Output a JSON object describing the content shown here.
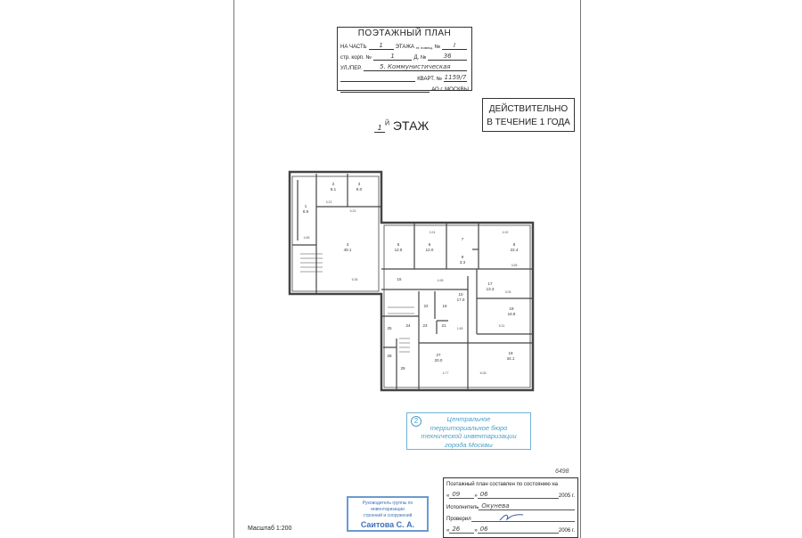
{
  "header": {
    "title": "ПОЭТАЖНЫЙ ПЛАН",
    "part_label": "НА ЧАСТЬ",
    "part_value": "1",
    "floor_label": "ЭТАЖА",
    "floor_sub": "эт. помещ.",
    "no_label": "№",
    "no_value": "I",
    "building_label": "стр. корп. №",
    "building_value": "1",
    "house_label": "Д. №",
    "house_value": "36",
    "street_label": "УЛ./ПЕР.",
    "street_value": "5. Коммунистическая",
    "quarter_label": "КВАРТ. №",
    "quarter_value": "1159/7",
    "district_label": "АО г. МОСКВЫ"
  },
  "validity": {
    "line1": "ДЕЙСТВИТЕЛЬНО",
    "line2": "В ТЕЧЕНИЕ 1 ГОДА"
  },
  "floor_title": {
    "number": "1",
    "suffix": "Й",
    "label": "ЭТАЖ"
  },
  "plan": {
    "rooms": [
      {
        "no": "1",
        "area": "8.9"
      },
      {
        "no": "2",
        "area": "8.1"
      },
      {
        "no": "3",
        "area": "8.0"
      },
      {
        "no": "4",
        "area": "49.1"
      },
      {
        "no": "5",
        "area": "12.5"
      },
      {
        "no": "6",
        "area": "12.0"
      },
      {
        "no": "7",
        "area": ""
      },
      {
        "no": "8",
        "area": "22.4"
      },
      {
        "no": "9",
        "area": "3.3"
      },
      {
        "no": "10",
        "area": "17.0"
      },
      {
        "no": "17",
        "area": "13.3"
      },
      {
        "no": "18",
        "area": "16.8"
      },
      {
        "no": "19",
        "area": "34.1"
      },
      {
        "no": "27",
        "area": "20.0"
      }
    ],
    "small_rooms": [
      "15",
      "16",
      "22",
      "23",
      "21",
      "24",
      "25",
      "28",
      "29"
    ],
    "dimensions": [
      "5.38",
      "6.24",
      "3.23",
      "4.85",
      "4.77",
      "6.08",
      "5.31",
      "3.55",
      "4.98",
      "4.92",
      "3.24",
      "3.05",
      "1.65"
    ]
  },
  "stamp_bti": {
    "circle": "2",
    "l1": "Центральное",
    "l2": "территориальное бюро",
    "l3": "технической инвентаризации",
    "l4": "города Москвы"
  },
  "stamp_head": {
    "l1": "Руководитель группы по инвентаризации",
    "l2": "строений и сооружений",
    "name": "Саитова С. А."
  },
  "footer": {
    "doc_no": "6498",
    "state_label": "Поэтажный план составлен по состоянию на",
    "date1_day": "09",
    "date1_month": "06",
    "date1_year": "2005 г.",
    "executor_label": "Исполнитель",
    "executor_value": "Окунева",
    "checked_label": "Проверил",
    "date2_day": "26",
    "date2_month": "06",
    "date2_year": "2006 г."
  },
  "scale": "Масштаб 1:200"
}
